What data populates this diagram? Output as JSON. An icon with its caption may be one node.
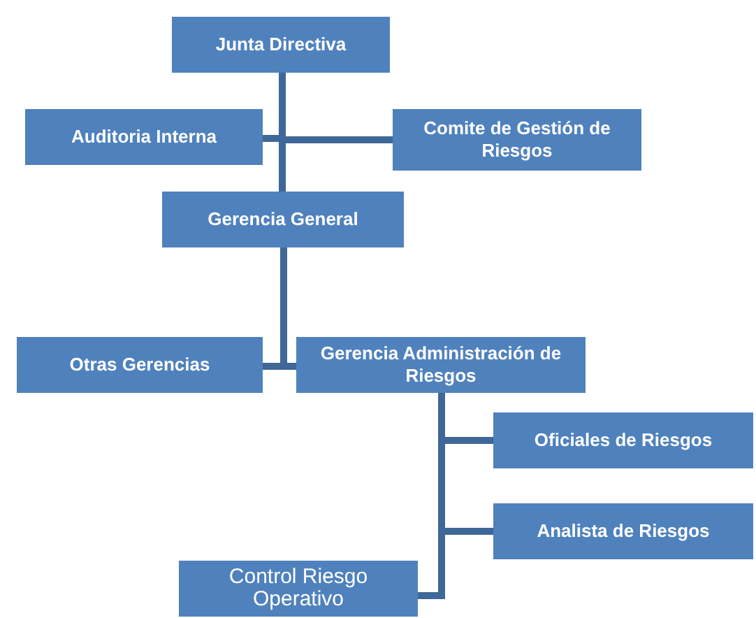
{
  "diagram": {
    "nodes": [
      {
        "text": [
          "Junta Directiva"
        ]
      },
      {
        "text": [
          "Auditoria Interna"
        ]
      },
      {
        "text": [
          "Comite de Gestión de Riesgos"
        ]
      },
      {
        "text": [
          "Gerencia General"
        ]
      },
      {
        "text": [
          "Otras Gerencias"
        ]
      },
      {
        "text": [
          "Gerencia Administración de Riesgos"
        ]
      },
      {
        "text": [
          "Oficiales de Riesgos"
        ]
      },
      {
        "text": [
          "Analista de Riesgos"
        ]
      },
      {
        "text": [
          "Control Riesgo Operativo"
        ]
      }
    ],
    "edges": [
      {
        "from": 0,
        "to": 1,
        "arrow": "none"
      },
      {
        "from": 0,
        "to": 2,
        "arrow": "none"
      },
      {
        "from": 0,
        "to": 3,
        "arrow": "none"
      },
      {
        "from": 3,
        "to": 4,
        "arrow": "none"
      },
      {
        "from": 3,
        "to": 5,
        "arrow": "none"
      },
      {
        "from": 5,
        "to": 6,
        "arrow": "none"
      },
      {
        "from": 5,
        "to": 7,
        "arrow": "none"
      },
      {
        "from": 5,
        "to": 8,
        "arrow": "none"
      }
    ]
  }
}
